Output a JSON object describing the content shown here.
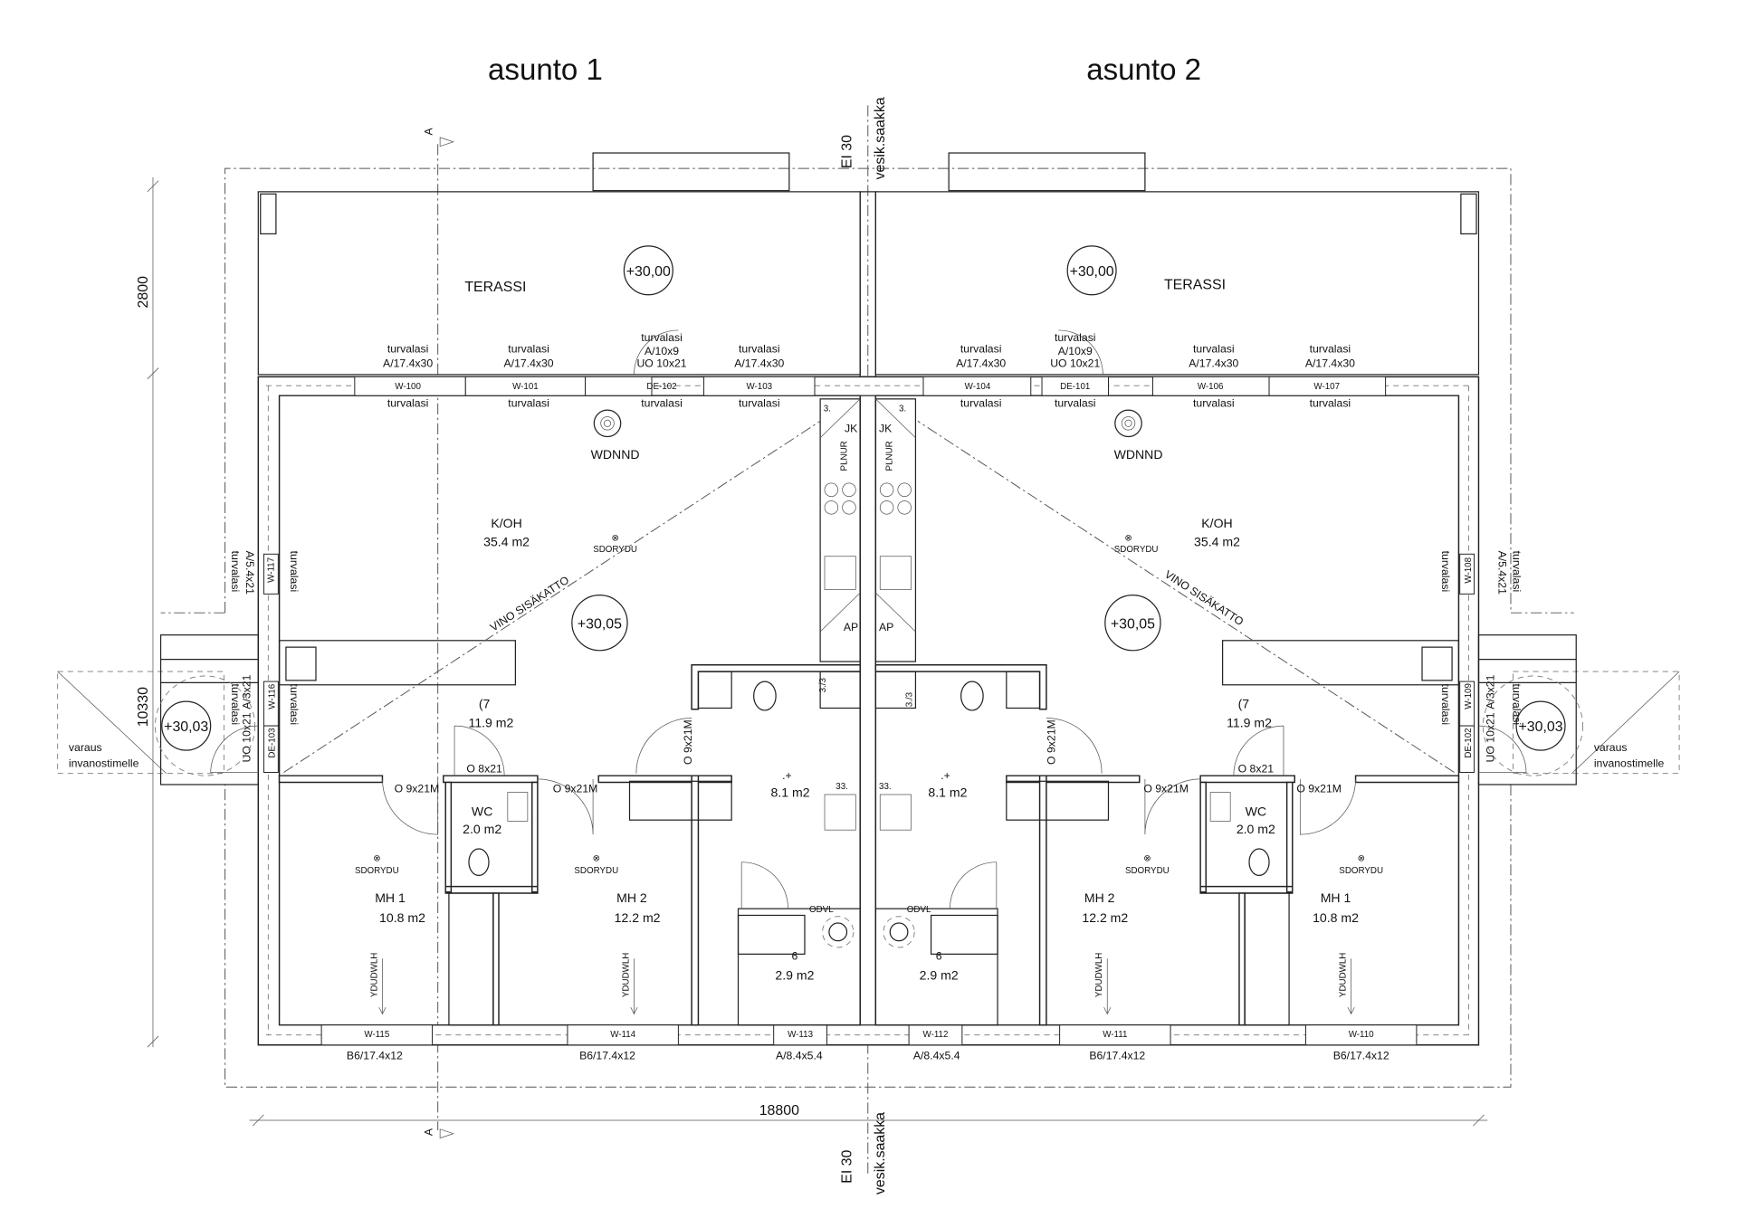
{
  "titles": {
    "unit1": "asunto 1",
    "unit2": "asunto 2"
  },
  "dimensions": {
    "terrace_depth": "2800",
    "building_depth": "10330",
    "building_width": "18800"
  },
  "section_marker": "A",
  "party_wall": {
    "top": "EI 30",
    "top2": "vesik.saakka",
    "bottom": "EI 30",
    "bottom2": "vesik.saakka"
  },
  "unit1": {
    "terrace": {
      "name": "TERASSI",
      "level": "+30,00"
    },
    "top_windows": [
      {
        "id": "W-100",
        "above1": "turvalasi",
        "above2": "A/17.4x30",
        "below": "turvalasi"
      },
      {
        "id": "W-101",
        "above1": "turvalasi",
        "above2": "A/17.4x30",
        "below": "turvalasi"
      },
      {
        "id": "DE-102",
        "above1": "turvalasi",
        "above2": "A/10x9",
        "above3": "UO 10x21",
        "below": "turvalasi"
      },
      {
        "id": "W-103",
        "above1": "turvalasi",
        "above2": "A/17.4x30",
        "below": "turvalasi"
      }
    ],
    "fireplace": "WDNND",
    "living": {
      "name": "K/OH",
      "area": "35.4 m2",
      "detector": "SDORYDU",
      "level": "+30,05"
    },
    "sloped_ceiling": "VINO SISÄKATTO",
    "kitchen": {
      "jk": "JK",
      "ap": "AP",
      "num": "3.",
      "plnur": "PLNUR"
    },
    "hall": {
      "name": "(7",
      "area": "11.9 m2"
    },
    "wc": {
      "name": "WC",
      "area": "2.0 m2",
      "door": "O 8x21"
    },
    "bath": {
      "name": ".+",
      "area": "8.1 m2",
      "door": "O 9x21M",
      "shower": "3./3",
      "num": "33."
    },
    "utility": {
      "name": "6",
      "area": "2.9 m2",
      "label": "ODVL"
    },
    "mh1": {
      "name": "MH 1",
      "area": "10.8 m2",
      "door": "O 9x21M",
      "detector": "SDORYDU",
      "vent": "YDUDWLH"
    },
    "mh2": {
      "name": "MH 2",
      "area": "12.2 m2",
      "door": "O 9x21M",
      "detector": "SDORYDU",
      "vent": "YDUDWLH"
    },
    "side": {
      "w117": "W-117",
      "w117_spec": "A/5.4x21",
      "w116": "W-116",
      "w116_spec": "A/3x21",
      "de103": "DE-103",
      "de103_spec": "UO 10x21",
      "glass": "turvalasi"
    },
    "entry": {
      "level": "+30,03",
      "note1": "varaus",
      "note2": "invanostimelle"
    },
    "bottom_windows": [
      {
        "id": "W-115",
        "spec": "B6/17.4x12"
      },
      {
        "id": "W-114",
        "spec": "B6/17.4x12"
      },
      {
        "id": "W-113",
        "spec": "A/8.4x5.4"
      }
    ]
  },
  "unit2": {
    "terrace": {
      "name": "TERASSI",
      "level": "+30,00"
    },
    "top_windows": [
      {
        "id": "W-104",
        "above1": "turvalasi",
        "above2": "A/17.4x30",
        "below": "turvalasi"
      },
      {
        "id": "DE-101",
        "above1": "turvalasi",
        "above2": "A/10x9",
        "above3": "UO 10x21",
        "below": "turvalasi"
      },
      {
        "id": "W-106",
        "above1": "turvalasi",
        "above2": "A/17.4x30",
        "below": "turvalasi"
      },
      {
        "id": "W-107",
        "above1": "turvalasi",
        "above2": "A/17.4x30",
        "below": "turvalasi"
      }
    ],
    "fireplace": "WDNND",
    "living": {
      "name": "K/OH",
      "area": "35.4 m2",
      "detector": "SDORYDU",
      "level": "+30,05"
    },
    "sloped_ceiling": "VINO SISÄKATTO",
    "kitchen": {
      "jk": "JK",
      "ap": "AP",
      "num": "3.",
      "plnur": "PLNUR"
    },
    "hall": {
      "name": "(7",
      "area": "11.9 m2"
    },
    "wc": {
      "name": "WC",
      "area": "2.0 m2",
      "door": "O 8x21"
    },
    "bath": {
      "name": ".+",
      "area": "8.1 m2",
      "door": "O 9x21M",
      "shower": "3./3",
      "num": "33."
    },
    "utility": {
      "name": "6",
      "area": "2.9 m2",
      "label": "ODVL"
    },
    "mh2": {
      "name": "MH 2",
      "area": "12.2 m2",
      "door": "O 9x21M",
      "detector": "SDORYDU",
      "vent": "YDUDWLH"
    },
    "mh1": {
      "name": "MH 1",
      "area": "10.8 m2",
      "door": "O 9x21M",
      "detector": "SDORYDU",
      "vent": "YDUDWLH"
    },
    "side": {
      "w108": "W-108",
      "w108_spec": "A/5.4x21",
      "w109": "W-109",
      "w109_spec": "A/3x21",
      "de102": "DE-102",
      "de102_spec": "UO 10x21",
      "glass": "turvalasi"
    },
    "entry": {
      "level": "+30,03",
      "note1": "varaus",
      "note2": "invanostimelle"
    },
    "bottom_windows": [
      {
        "id": "W-112",
        "spec": "A/8.4x5.4"
      },
      {
        "id": "W-111",
        "spec": "B6/17.4x12"
      },
      {
        "id": "W-110",
        "spec": "B6/17.4x12"
      }
    ]
  }
}
